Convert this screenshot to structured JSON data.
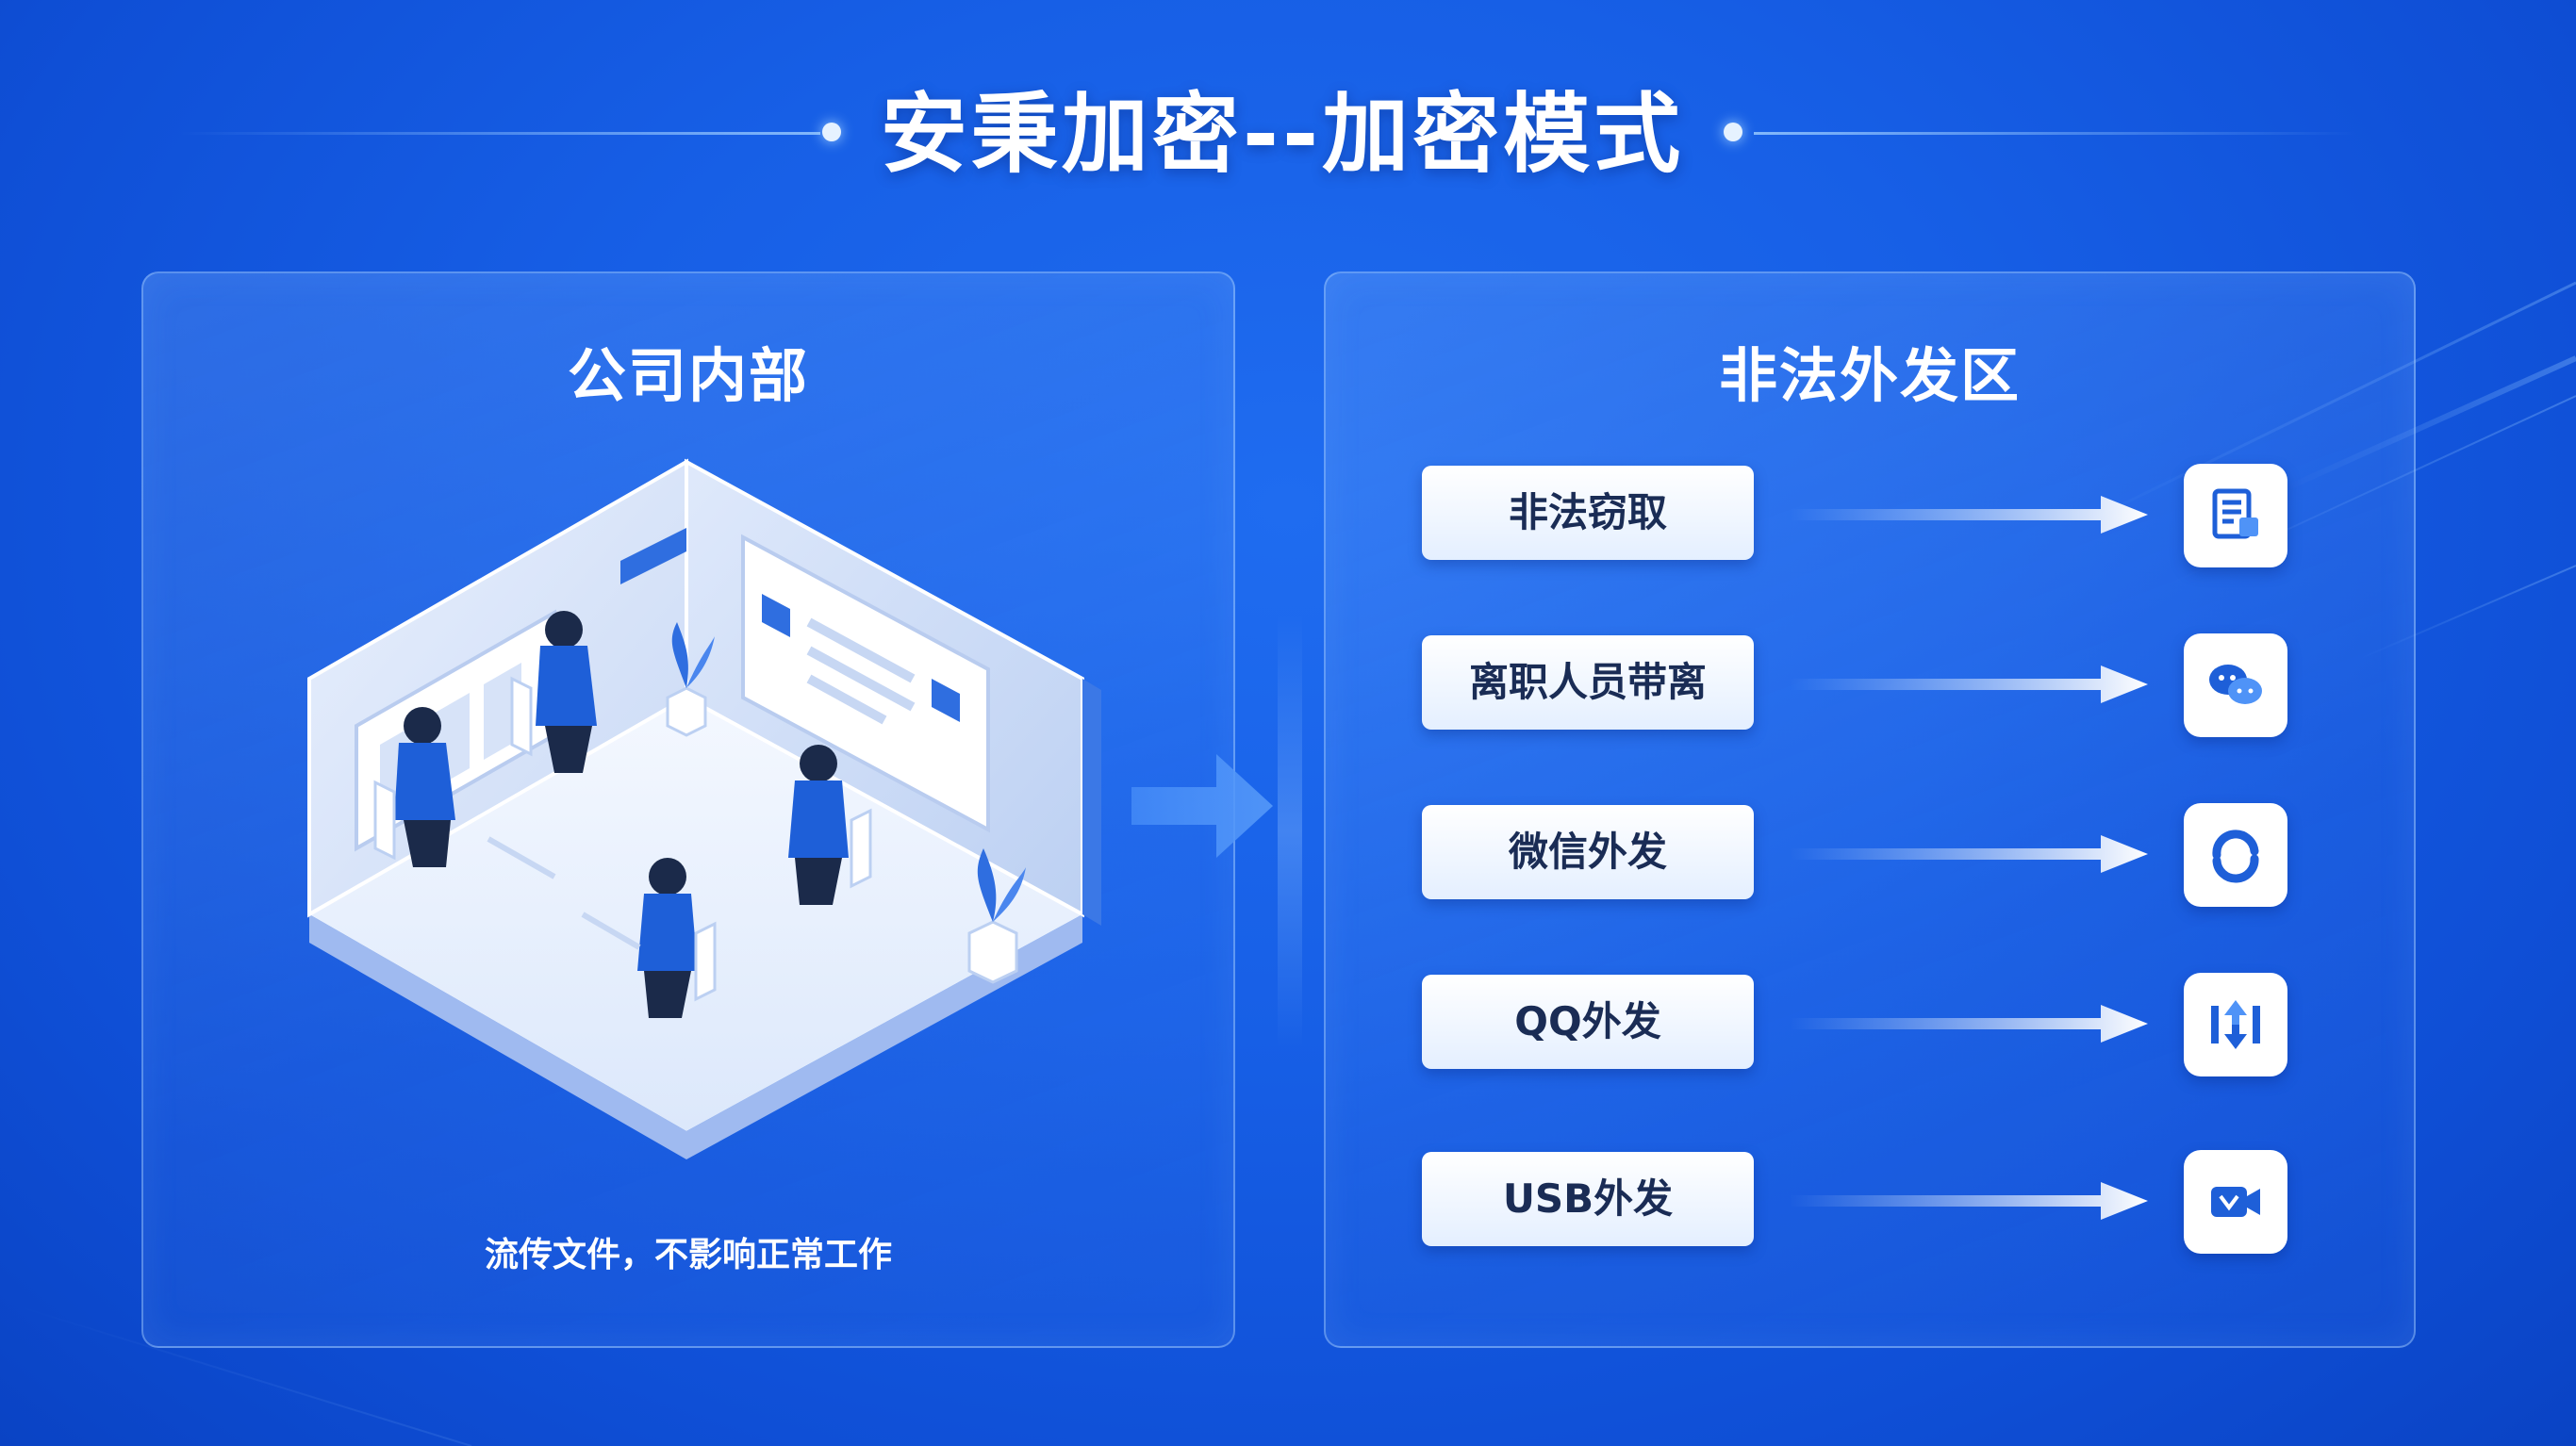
{
  "title": "安秉加密--加密模式",
  "left_panel": {
    "title": "公司内部",
    "caption": "流传文件，不影响正常工作"
  },
  "right_panel": {
    "title": "非法外发区",
    "items": [
      {
        "label": "非法窃取",
        "icon": "document-icon"
      },
      {
        "label": "离职人员带离",
        "icon": "wechat-icon"
      },
      {
        "label": "微信外发",
        "icon": "refresh-ring-icon"
      },
      {
        "label": "QQ外发",
        "icon": "transfer-icon"
      },
      {
        "label": "USB外发",
        "icon": "video-camera-icon"
      }
    ]
  },
  "colors": {
    "background": "#175fe6",
    "accent": "#1e5fd8",
    "label_text": "#1a2c55"
  }
}
